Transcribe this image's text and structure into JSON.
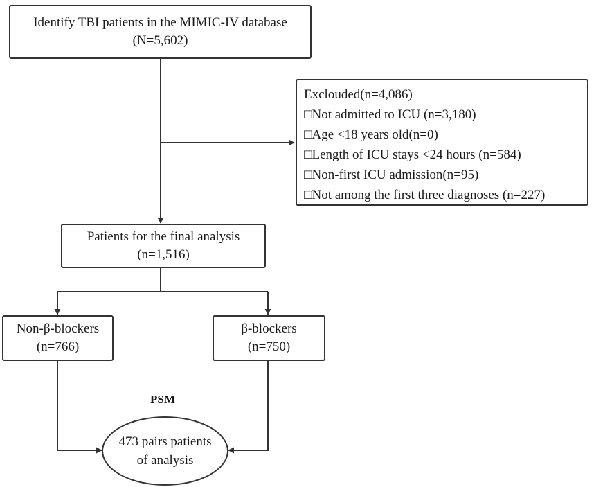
{
  "identify": {
    "line1": "Identify TBI patients in the MIMIC-IV database",
    "line2": "(N=5,602)"
  },
  "excluded": {
    "title": "Exclouded(n=4,086)",
    "items": [
      "Not admitted to ICU (n=3,180)",
      "Age <18 years old(n=0)",
      "Length of ICU stays <24 hours (n=584)",
      "Non-first ICU admission(n=95)",
      "Not among the first three diagnoses (n=227)"
    ]
  },
  "final": {
    "line1": "Patients for the final analysis",
    "line2": "(n=1,516)"
  },
  "non_bb": {
    "line1": "Non-β-blockers",
    "line2": "(n=766)"
  },
  "bb": {
    "line1": "β-blockers",
    "line2": "(n=750)"
  },
  "psm_label": "PSM",
  "result": {
    "line1": "473 pairs  patients",
    "line2": "of analysis"
  }
}
